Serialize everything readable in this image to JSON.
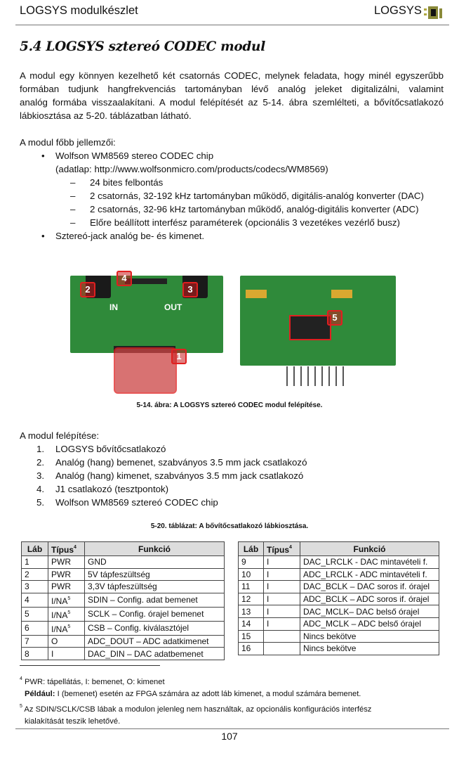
{
  "header": {
    "left": "LOGSYS modulkészlet",
    "right": "LOGSYS"
  },
  "title": "5.4   LOGSYS sztereó CODEC modul",
  "intro": [
    "A modul egy könnyen kezelhető két csatornás CODEC, melynek feladata, hogy minél egyszerűbb",
    "formában tudjunk hangfrekvenciás tartományban lévő analóg jeleket digitalizálni, valamint",
    "analóg formába visszaalakítani. A modul felépítését az 5-14. ábra szemlélteti, a bővítőcsatlakozó",
    "lábkiosztása az 5-20. táblázatban látható."
  ],
  "features_heading": "A modul főbb jellemzői:",
  "features": {
    "b1": "Wolfson WM8569 stereo CODEC chip",
    "b1_sub": "(adatlap: http://www.wolfsonmicro.com/products/codecs/WM8569)",
    "dashes": [
      "24 bites felbontás",
      "2 csatornás, 32-192 kHz tartományban működő, digitális-analóg konverter (DAC)",
      "2 csatornás, 32-96 kHz tartományban működő, analóg-digitális konverter (ADC)",
      "Előre beállított interfész paraméterek (opcionális 3 vezetékes vezérlő busz)"
    ],
    "b2": "Sztereó-jack analóg be- és kimenet."
  },
  "figure": {
    "labels": [
      "1",
      "2",
      "3",
      "4",
      "5"
    ],
    "board_text": {
      "in": "IN",
      "out": "OUT"
    },
    "caption": "5-14. ábra: A LOGSYS sztereó CODEC modul felépítése."
  },
  "structure_heading": "A modul felépítése:",
  "structure": [
    "1.",
    "LOGSYS bővítőcsatlakozó",
    "2.",
    "Analóg (hang) bemenet, szabványos 3.5 mm jack csatlakozó",
    "3.",
    "Analóg (hang) kimenet, szabványos 3.5 mm jack csatlakozó",
    "4.",
    "J1 csatlakozó (tesztpontok)",
    "5.",
    "Wolfson WM8569 sztereó CODEC chip"
  ],
  "table_caption": "5-20. táblázat: A bővítőcsatlakozó lábkiosztása.",
  "table_headers": {
    "pin": "Láb",
    "type": "Típus",
    "type_sup": "4",
    "func": "Funkció"
  },
  "table_left": [
    [
      "1",
      "PWR",
      "",
      "GND"
    ],
    [
      "2",
      "PWR",
      "",
      "5V tápfeszültség"
    ],
    [
      "3",
      "PWR",
      "",
      "3,3V tápfeszültség"
    ],
    [
      "4",
      "I/NA",
      "5",
      "SDIN – Config. adat bemenet"
    ],
    [
      "5",
      "I/NA",
      "5",
      "SCLK – Config. órajel bemenet"
    ],
    [
      "6",
      "I/NA",
      "5",
      "CSB – Config. kiválasztójel"
    ],
    [
      "7",
      "O",
      "",
      "ADC_DOUT – ADC adatkimenet"
    ],
    [
      "8",
      "I",
      "",
      "DAC_DIN – DAC adatbemenet"
    ]
  ],
  "table_right": [
    [
      "9",
      "I",
      "",
      "DAC_LRCLK - DAC mintavételi f."
    ],
    [
      "10",
      "I",
      "",
      "ADC_LRCLK - ADC mintavételi f."
    ],
    [
      "11",
      "I",
      "",
      "DAC_BCLK – DAC soros if. órajel"
    ],
    [
      "12",
      "I",
      "",
      "ADC_BCLK – ADC soros if. órajel"
    ],
    [
      "13",
      "I",
      "",
      "DAC_MCLK– DAC belső órajel"
    ],
    [
      "14",
      "I",
      "",
      "ADC_MCLK – ADC belső órajel"
    ],
    [
      "15",
      "",
      "",
      "Nincs bekötve"
    ],
    [
      "16",
      "",
      "",
      "Nincs bekötve"
    ]
  ],
  "footnotes": {
    "n4": "4",
    "f4": "PWR: tápellátás, I: bemenet, O: kimenet",
    "example_bold": "Például:",
    "example": " I (bemenet) esetén az FPGA számára az adott láb kimenet, a modul számára bemenet.",
    "n5": "5",
    "f5a": "Az SDIN/SCLK/CSB lábak a modulon jelenleg nem használtak, az opcionális konfigurációs interfész",
    "f5b": "kialakítását teszik lehetővé."
  },
  "page_number": "107"
}
